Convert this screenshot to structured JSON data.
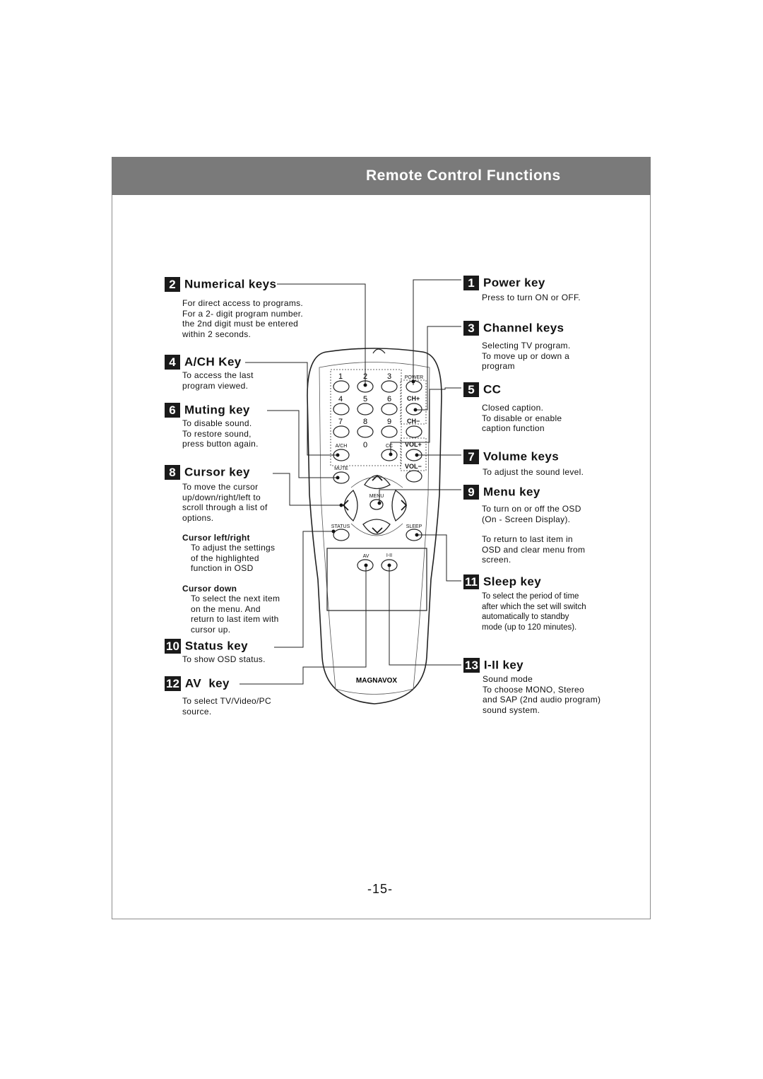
{
  "header": {
    "title": "Remote Control Functions"
  },
  "left": {
    "numerical": {
      "num": "2",
      "title": "Numerical keys",
      "desc": "For direct access to programs.\nFor a 2- digit program number.\nthe 2nd digit must be entered\nwithin 2 seconds."
    },
    "ach": {
      "num": "4",
      "title": "A/CH Key",
      "desc": "To access the last\nprogram viewed."
    },
    "muting": {
      "num": "6",
      "title": "Muting key",
      "desc": "To disable sound.\nTo restore sound,\npress button again."
    },
    "cursor": {
      "num": "8",
      "title": "Cursor key",
      "desc": "To move the cursor\nup/down/right/left to\nscroll through a list of\noptions.",
      "lr_title": "Cursor left/right",
      "lr_desc": "To adjust the settings\nof the highlighted\nfunction in OSD",
      "down_title": "Cursor down",
      "down_desc": "To select the next item\non the menu. And\nreturn to last item with\ncursor up."
    },
    "status": {
      "num": "10",
      "title": "Status key",
      "desc": "To show OSD status."
    },
    "av": {
      "num": "12",
      "title": "AV  key",
      "desc": "To select TV/Video/PC\nsource."
    }
  },
  "right": {
    "power": {
      "num": "1",
      "title": "Power key",
      "desc": "Press to turn ON or OFF."
    },
    "channel": {
      "num": "3",
      "title": "Channel keys",
      "desc": "Selecting TV program.\nTo move up or down a\nprogram"
    },
    "cc": {
      "num": "5",
      "title": "CC",
      "desc": "Closed caption.\nTo disable or enable\ncaption function"
    },
    "volume": {
      "num": "7",
      "title": "Volume keys",
      "desc": "To adjust the sound level."
    },
    "menu": {
      "num": "9",
      "title": "Menu key",
      "desc": "To turn on or off the OSD\n(On - Screen Display).",
      "desc2": "To return to last item in\nOSD and clear menu from\n screen."
    },
    "sleep": {
      "num": "11",
      "title": "Sleep key",
      "desc": "To select the period of time\nafter which the set will switch\nautomatically to standby\n mode (up to 120 minutes)."
    },
    "i_ii": {
      "num": "13",
      "title": "I-II key",
      "desc": "Sound mode\nTo choose MONO, Stereo\nand SAP (2nd audio program)\nsound system."
    }
  },
  "remote": {
    "digits": [
      "1",
      "2",
      "3",
      "4",
      "5",
      "6",
      "7",
      "8",
      "9",
      "0"
    ],
    "labels": {
      "power": "POWER",
      "ch_up": "CH+",
      "ch_down": "CH−",
      "ach": "A/CH",
      "cc": "CC",
      "vol_up": "VOL+",
      "vol_down": "VOL−",
      "mute": "MUTE",
      "menu": "MENU",
      "status": "STATUS",
      "sleep": "SLEEP",
      "av": "AV",
      "i_ii": "I-II"
    },
    "brand": "MAGNAVOX"
  },
  "footer": {
    "page": "-15-"
  }
}
